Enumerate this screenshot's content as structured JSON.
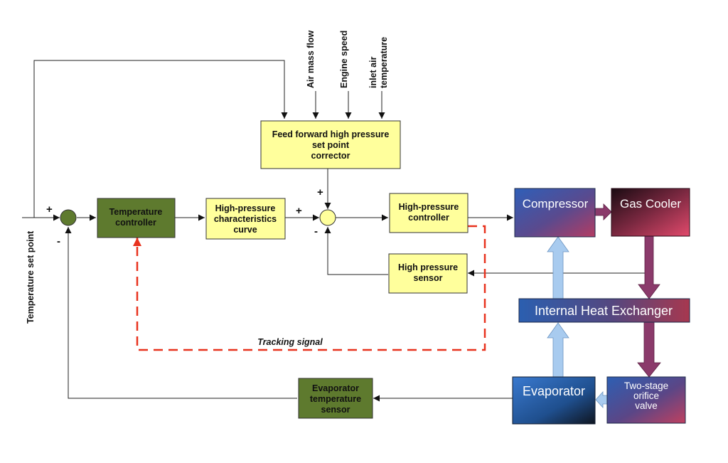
{
  "inputs": {
    "air_mass_flow": "Air mass flow",
    "engine_speed": "Engine speed",
    "inlet_air_temp_line1": "inlet air",
    "inlet_air_temp_line2": "temperature"
  },
  "setpoint_label": "Temperature set point",
  "signs": {
    "sum1_plus": "+",
    "sum1_minus": "-",
    "sum2_plus_top": "+",
    "sum2_plus_left": "+",
    "sum2_minus": "-"
  },
  "blocks": {
    "feed_forward": [
      "Feed forward high pressure",
      "set point",
      "corrector"
    ],
    "temperature_controller": [
      "Temperature",
      "controller"
    ],
    "hp_characteristics": [
      "High-pressure",
      "characteristics",
      "curve"
    ],
    "hp_controller": [
      "High-pressure",
      "controller"
    ],
    "hp_sensor": [
      "High pressure",
      "sensor"
    ],
    "evaporator_sensor": [
      "Evaporator",
      "temperature",
      "sensor"
    ]
  },
  "tracking_signal": "Tracking signal",
  "system": {
    "compressor": "Compressor",
    "gas_cooler": "Gas Cooler",
    "ihx": "Internal Heat Exchanger",
    "evaporator": "Evaporator",
    "valve": [
      "Two-stage",
      "orifice",
      "valve"
    ]
  },
  "colors": {
    "yellow_block": "#ffff9c",
    "green_block": "#5e7a2e",
    "tracking_dash": "#e8321e",
    "flow_arrow_dark": "#8b3a6b",
    "flow_arrow_light": "#a8cbef"
  }
}
